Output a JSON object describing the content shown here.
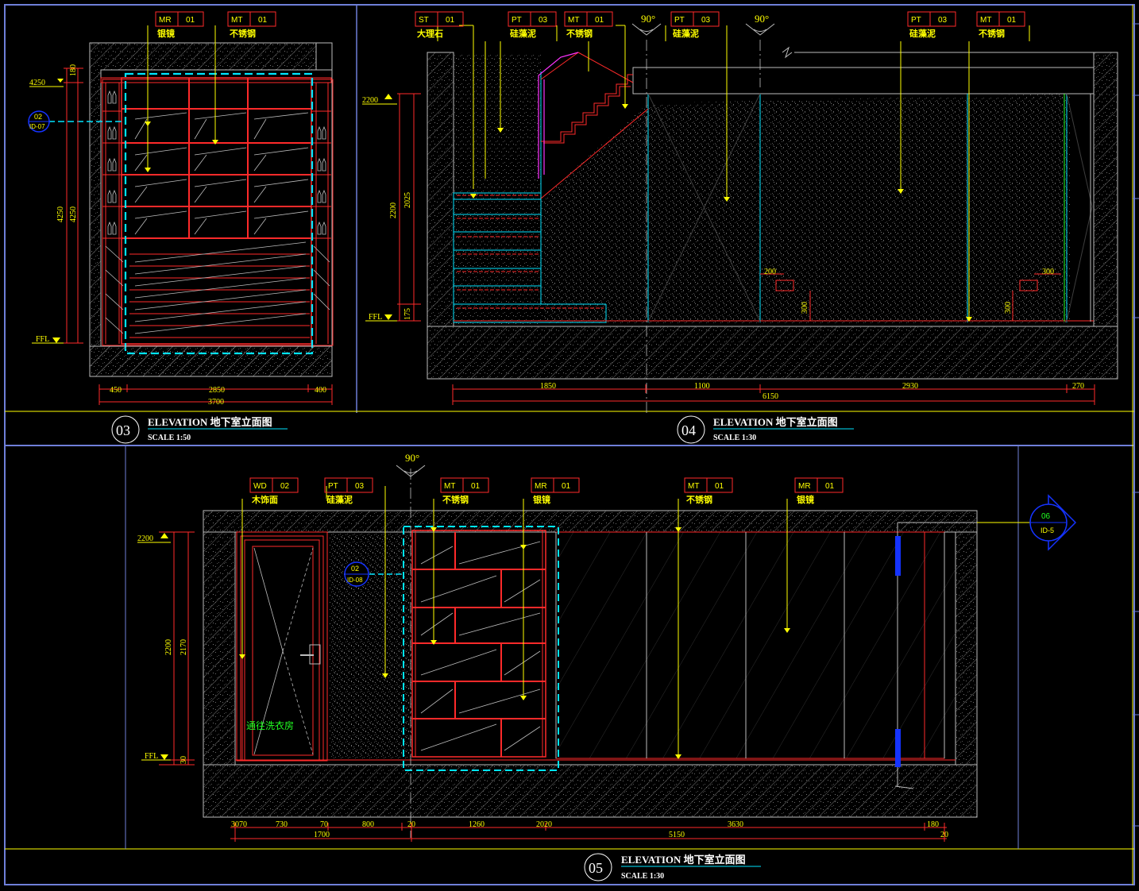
{
  "colors": {
    "background": "#000000",
    "frame": "#6f7fd9",
    "border_yellow": "#ffff00",
    "wall_grey": "#bdbdbd",
    "red": "#ff2a2a",
    "cyan": "#00e5ff",
    "white": "#ffffff",
    "green": "#21ff21",
    "blue": "#1533ff",
    "magenta": "#ff33ff"
  },
  "icons": {
    "section_marker": "circle-section-icon",
    "level_marker": "triangle-level-icon",
    "view_marker": "arrow-view-icon"
  },
  "titles": {
    "e03": {
      "num": "03",
      "title": "ELEVATION 地下室立面图",
      "scale": "SCALE 1:50"
    },
    "e04": {
      "num": "04",
      "title": "ELEVATION 地下室立面图",
      "scale": "SCALE 1:30"
    },
    "e05": {
      "num": "05",
      "title": "ELEVATION 地下室立面图",
      "scale": "SCALE 1:30"
    }
  },
  "angles": {
    "a1": "90°",
    "a2": "90°",
    "a3": "90°"
  },
  "markers": {
    "m03_ref": {
      "top": "02",
      "bottom": "ID-07"
    },
    "m05_ref": {
      "top": "02",
      "bottom": "ID-08"
    },
    "m05_view": {
      "top": "06",
      "bottom": "ID-5"
    }
  },
  "tags03": [
    {
      "code": "MR",
      "num": "01",
      "label": "银镜"
    },
    {
      "code": "MT",
      "num": "01",
      "label": "不锈钢"
    }
  ],
  "tags04": [
    {
      "code": "ST",
      "num": "01",
      "label": "大理石"
    },
    {
      "code": "PT",
      "num": "03",
      "label": "硅藻泥"
    },
    {
      "code": "MT",
      "num": "01",
      "label": "不锈钢"
    },
    {
      "code": "PT",
      "num": "03",
      "label": "硅藻泥"
    },
    {
      "code": "PT",
      "num": "03",
      "label": "硅藻泥"
    },
    {
      "code": "MT",
      "num": "01",
      "label": "不锈钢"
    }
  ],
  "tags05": [
    {
      "code": "WD",
      "num": "02",
      "label": "木饰面"
    },
    {
      "code": "PT",
      "num": "03",
      "label": "硅藻泥"
    },
    {
      "code": "MT",
      "num": "01",
      "label": "不锈钢"
    },
    {
      "code": "MR",
      "num": "01",
      "label": "银镜"
    },
    {
      "code": "MT",
      "num": "01",
      "label": "不锈钢"
    },
    {
      "code": "MR",
      "num": "01",
      "label": "银镜"
    }
  ],
  "levels": {
    "e03_top": "4250",
    "e03_ffl": "FFL",
    "e04_top": "2200",
    "e04_ffl": "FFL",
    "e05_top": "2200",
    "e05_ffl": "FFL"
  },
  "dims03": {
    "v_180": "180",
    "v_4250a": "4250",
    "v_4250b": "4250",
    "h_450": "450",
    "h_2850": "2850",
    "h_400": "400",
    "h_total": "3700"
  },
  "dims04": {
    "v_2200": "2200",
    "v_2025": "2025",
    "v_175": "175",
    "h_1850": "1850",
    "h_1100": "1100",
    "h_2930": "2930",
    "h_270": "270",
    "h_total": "6150",
    "w_200": "200",
    "w_300": "300",
    "s_300a": "300",
    "s_300b": "300"
  },
  "dims05": {
    "v_2200": "2200",
    "v_2170": "2170",
    "v_30": "30",
    "h_3070": "3070",
    "h_730": "730",
    "h_70": "70",
    "h_800": "800",
    "h_20a": "20",
    "h_1260": "1260",
    "h_2020": "2020",
    "h_3630": "3630",
    "h_180": "180",
    "h_1700": "1700",
    "h_5150": "5150",
    "h_20b": "20"
  },
  "room_label": "通往洗衣房"
}
